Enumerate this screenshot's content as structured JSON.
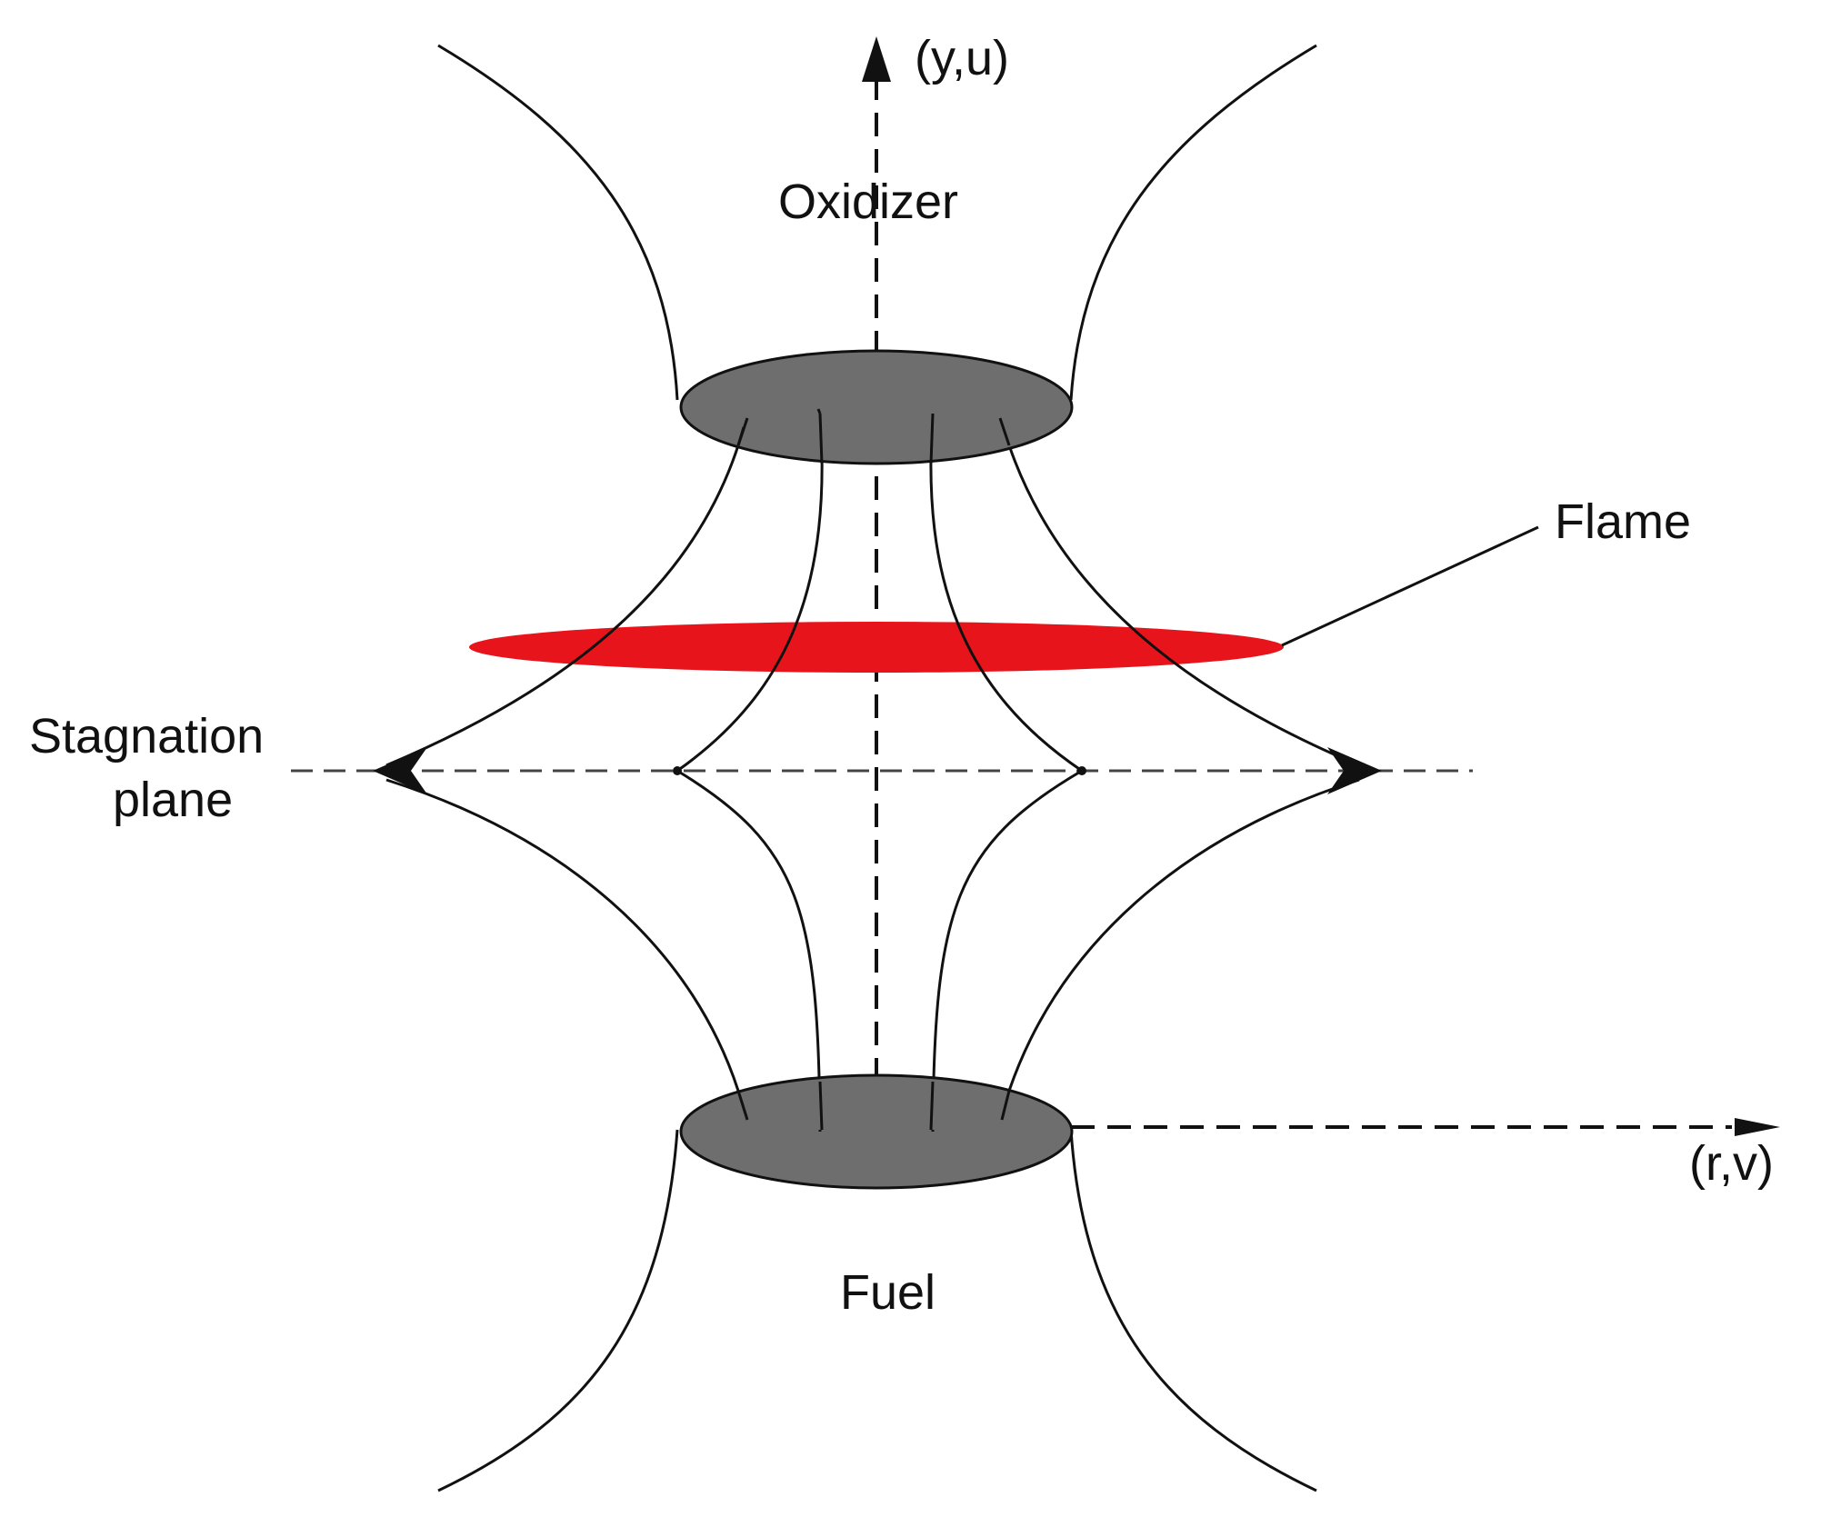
{
  "diagram": {
    "axis_y_label": "(y,u)",
    "axis_r_label": "(r,v)",
    "oxidizer_label": "Oxidizer",
    "fuel_label": "Fuel",
    "flame_label": "Flame",
    "stagnation_label_line1": "Stagnation",
    "stagnation_label_line2": "plane"
  },
  "colors": {
    "flame": "#e8141b",
    "nozzle": "#6e6e6e",
    "line": "#111111",
    "background": "#ffffff"
  }
}
